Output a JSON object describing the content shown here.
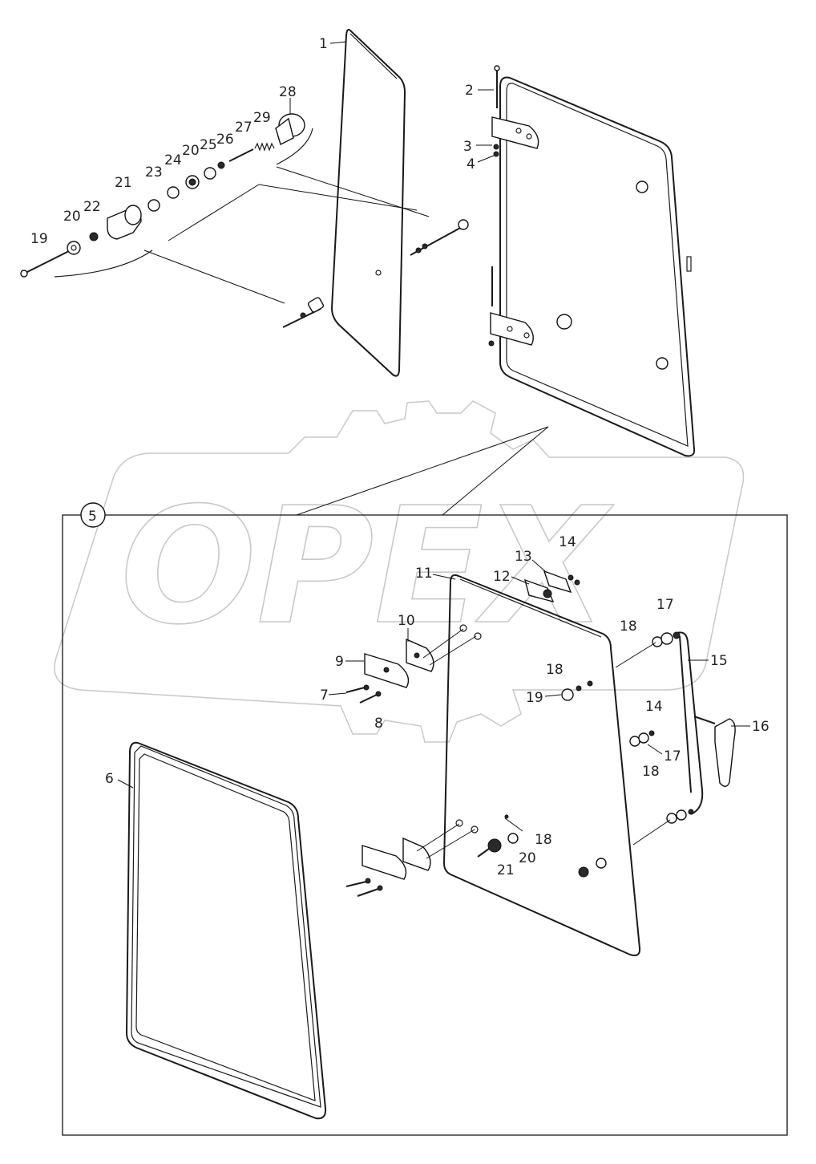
{
  "watermark": {
    "text": "OPEX"
  },
  "callouts": {
    "c1": "1",
    "c2": "2",
    "c3": "3",
    "c4": "4",
    "c5": "5",
    "c6": "6",
    "c7": "7",
    "c8": "8",
    "c9": "9",
    "c10": "10",
    "c11": "11",
    "c12": "12",
    "c13": "13",
    "c14a": "14",
    "c14b": "14",
    "c15": "15",
    "c16": "16",
    "c17a": "17",
    "c17b": "17",
    "c18a": "18",
    "c18b": "18",
    "c18c": "18",
    "c18d": "18",
    "c19a": "19",
    "c19b": "19",
    "c20a": "20",
    "c20b": "20",
    "c20c": "20",
    "c21a": "21",
    "c21b": "21",
    "c22": "22",
    "c23": "23",
    "c24": "24",
    "c25": "25",
    "c26": "26",
    "c27": "27",
    "c28": "28",
    "c29": "29"
  }
}
